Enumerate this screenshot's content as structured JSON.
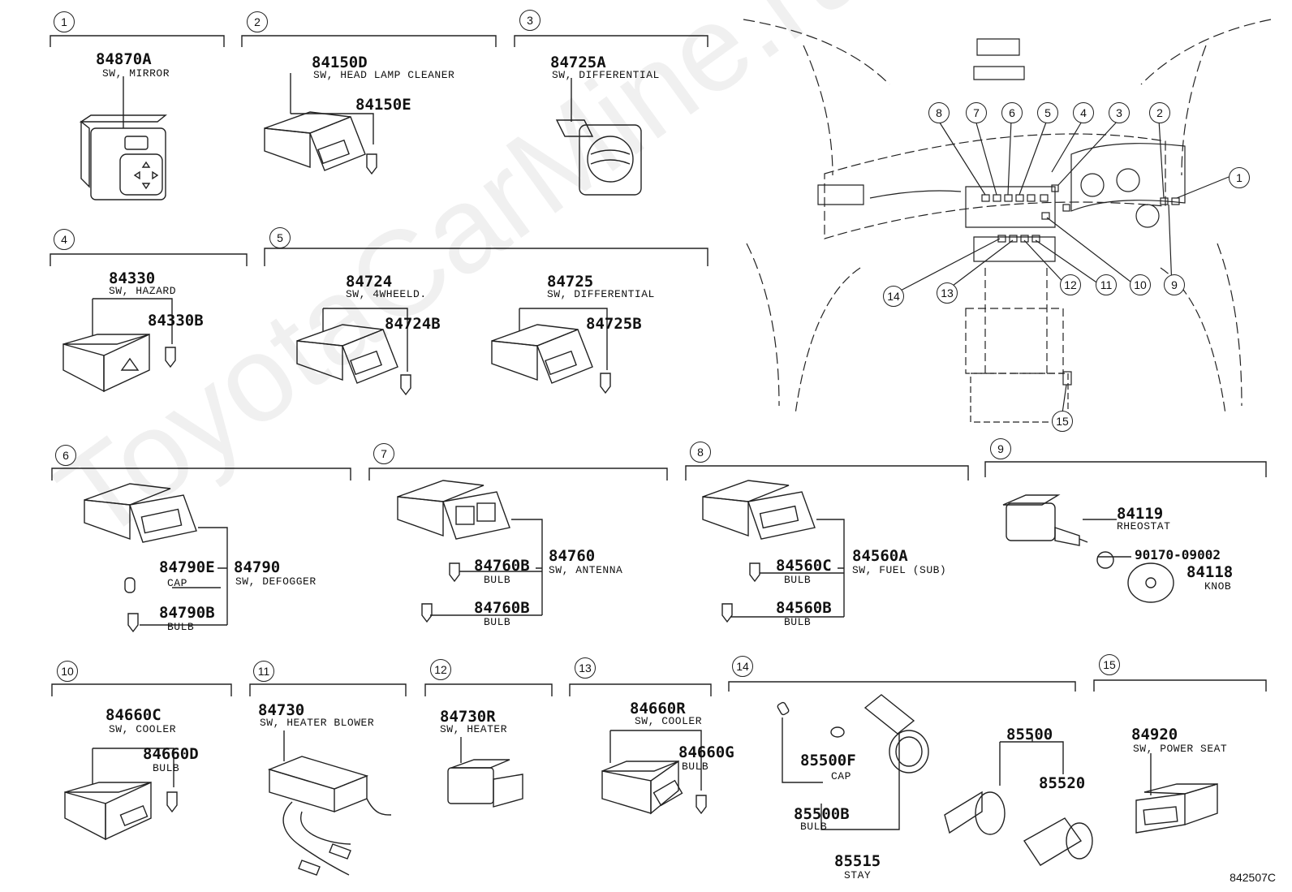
{
  "watermark": "ToyotaCarMine.ru",
  "diagram_code": "842507C",
  "section_numbers": [
    "1",
    "2",
    "3",
    "4",
    "5",
    "6",
    "7",
    "8",
    "9",
    "10",
    "11",
    "12",
    "13",
    "14",
    "15"
  ],
  "sections": {
    "s1": {
      "main_pn": "84870A",
      "main_desc": "SW, MIRROR"
    },
    "s2": {
      "main_pn": "84150D",
      "main_desc": "SW, HEAD LAMP CLEANER",
      "sub_pn": "84150E"
    },
    "s3": {
      "main_pn": "84725A",
      "main_desc": "SW, DIFFERENTIAL"
    },
    "s4": {
      "main_pn": "84330",
      "main_desc": "SW, HAZARD",
      "sub_pn": "84330B"
    },
    "s5a": {
      "main_pn": "84724",
      "main_desc": "SW, 4WHEELD.",
      "sub_pn": "84724B"
    },
    "s5b": {
      "main_pn": "84725",
      "main_desc": "SW, DIFFERENTIAL",
      "sub_pn": "84725B"
    },
    "s6": {
      "main_pn": "84790",
      "main_desc": "SW, DEFOGGER",
      "cap_pn": "84790E",
      "cap_desc": "CAP",
      "bulb_pn": "84790B",
      "bulb_desc": "BULB"
    },
    "s7": {
      "main_pn": "84760",
      "main_desc": "SW, ANTENNA",
      "bulb1_pn": "84760B",
      "bulb1_desc": "BULB",
      "bulb2_pn": "84760B",
      "bulb2_desc": "BULB"
    },
    "s8": {
      "main_pn": "84560A",
      "main_desc": "SW, FUEL (SUB)",
      "bulb1_pn": "84560C",
      "bulb1_desc": "BULB",
      "bulb2_pn": "84560B",
      "bulb2_desc": "BULB"
    },
    "s9": {
      "main_pn": "84119",
      "main_desc": "RHEOSTAT",
      "p2_pn": "90170-09002",
      "knob_pn": "84118",
      "knob_desc": "KNOB"
    },
    "s10": {
      "main_pn": "84660C",
      "main_desc": "SW, COOLER",
      "sub_pn": "84660D",
      "sub_desc": "BULB"
    },
    "s11": {
      "main_pn": "84730",
      "main_desc": "SW, HEATER BLOWER"
    },
    "s12": {
      "main_pn": "84730R",
      "main_desc": "SW, HEATER"
    },
    "s13": {
      "main_pn": "84660R",
      "main_desc": "SW, COOLER",
      "sub_pn": "84660G",
      "sub_desc": "BULB"
    },
    "s14": {
      "cap_pn": "85500F",
      "cap_desc": "CAP",
      "bulb_pn": "85500B",
      "bulb_desc": "BULB",
      "stay_pn": "85515",
      "stay_desc": "STAY",
      "lighter_pn": "85500",
      "plug_pn": "85520"
    },
    "s15": {
      "main_pn": "84920",
      "main_desc": "SW, POWER SEAT"
    }
  }
}
